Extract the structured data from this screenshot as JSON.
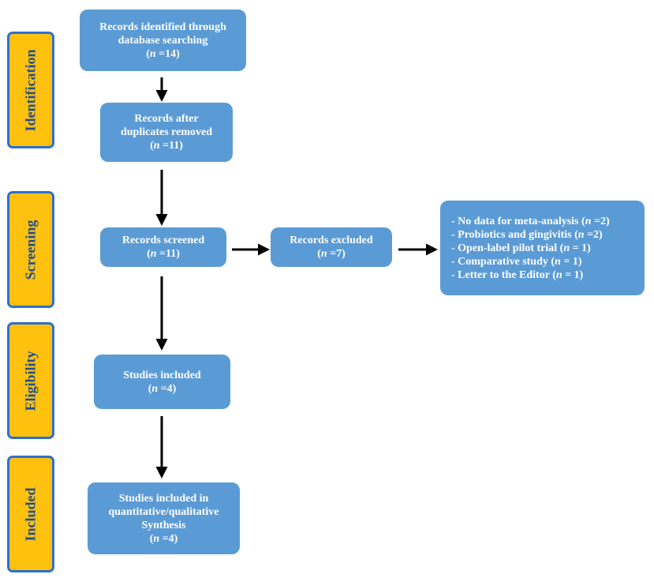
{
  "phases": [
    {
      "id": "identification",
      "label": "Identification"
    },
    {
      "id": "screening",
      "label": "Screening"
    },
    {
      "id": "eligibility",
      "label": "Eligibility"
    },
    {
      "id": "included",
      "label": "Included"
    }
  ],
  "boxes": {
    "records_identified": {
      "lines": [
        "Records identified through",
        "database searching"
      ],
      "count": "14"
    },
    "records_after_duplicates": {
      "lines": [
        "Records after",
        "duplicates removed"
      ],
      "count": "11"
    },
    "records_screened": {
      "lines": [
        "Records screened"
      ],
      "count": "11"
    },
    "records_excluded": {
      "lines": [
        "Records excluded"
      ],
      "count": "7"
    },
    "studies_included": {
      "lines": [
        "Studies included"
      ],
      "count": "4"
    },
    "studies_synthesis": {
      "lines": [
        "Studies included in",
        "quantitative/qualitative",
        "Synthesis"
      ],
      "count": "4"
    }
  },
  "count_prefix": "n",
  "count_sep": " =",
  "exclusion_reasons": [
    {
      "text": "- No data for meta-analysis",
      "count": "2",
      "sep": " ="
    },
    {
      "text": "- Probiotics and gingivitis",
      "count": "2",
      "sep": " ="
    },
    {
      "text": "- Open-label pilot trial",
      "count": "1",
      "sep": " = "
    },
    {
      "text": "- Comparative study",
      "count": "1",
      "sep": " = "
    },
    {
      "text": "- Letter to the Editor",
      "count": "1",
      "sep": " = "
    }
  ],
  "colors": {
    "box_fill": "#5b9bd5",
    "phase_fill": "#fdc10e",
    "phase_border": "#2e6fd0",
    "phase_text": "#1f4e8f",
    "arrow": "#000000"
  }
}
